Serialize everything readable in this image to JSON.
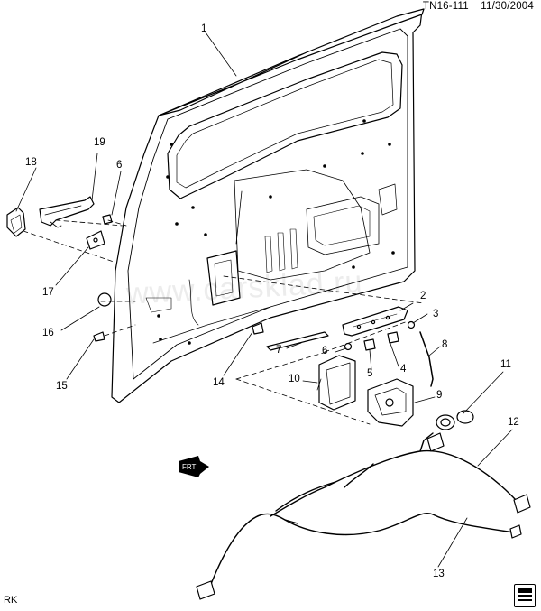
{
  "header": {
    "doc_code": "TN16-111",
    "date": "11/30/2004"
  },
  "footer": {
    "code": "RK"
  },
  "watermark": {
    "text": "www.carsklad.ru"
  },
  "direction_marker": {
    "label": "FRT"
  },
  "callouts": [
    {
      "id": "c1",
      "num": "1"
    },
    {
      "id": "c2",
      "num": "2"
    },
    {
      "id": "c3",
      "num": "3"
    },
    {
      "id": "c4",
      "num": "4"
    },
    {
      "id": "c5",
      "num": "5"
    },
    {
      "id": "c6a",
      "num": "6"
    },
    {
      "id": "c6b",
      "num": "6"
    },
    {
      "id": "c7",
      "num": "7"
    },
    {
      "id": "c8",
      "num": "8"
    },
    {
      "id": "c9",
      "num": "9"
    },
    {
      "id": "c10",
      "num": "10"
    },
    {
      "id": "c11",
      "num": "11"
    },
    {
      "id": "c12",
      "num": "12"
    },
    {
      "id": "c13",
      "num": "13"
    },
    {
      "id": "c14",
      "num": "14"
    },
    {
      "id": "c15",
      "num": "15"
    },
    {
      "id": "c16",
      "num": "16"
    },
    {
      "id": "c17",
      "num": "17"
    },
    {
      "id": "c18",
      "num": "18"
    },
    {
      "id": "c19",
      "num": "19"
    }
  ]
}
